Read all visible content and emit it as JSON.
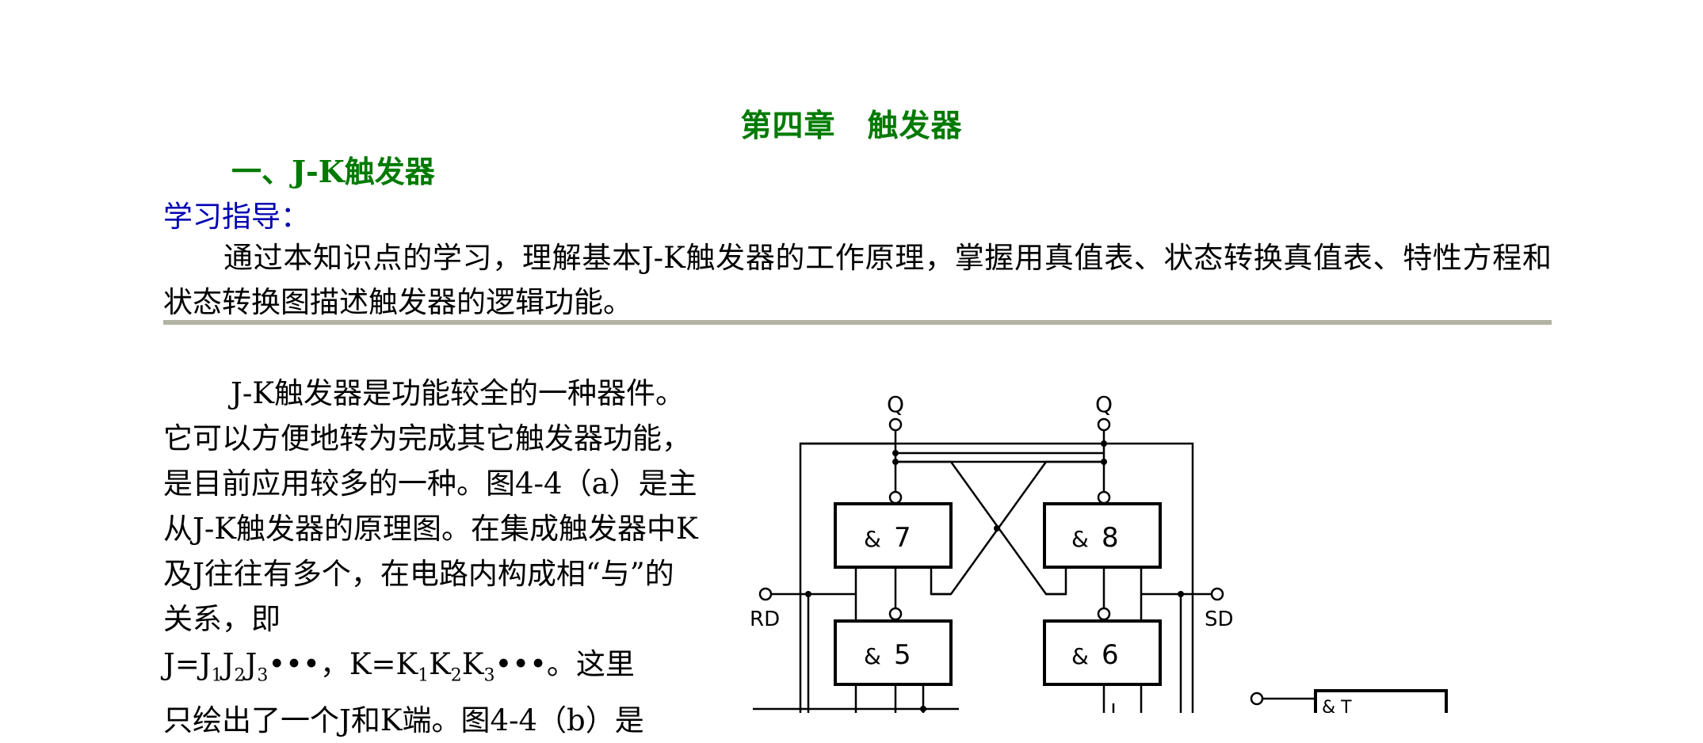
{
  "chapter_title": "第四章　触发器",
  "section_title": "一、J-K触发器",
  "guide_label": "学习指导：",
  "intro": "通过本知识点的学习，理解基本J-K触发器的工作原理，掌握用真值表、状态转换真值表、特性方程和状态转换图描述触发器的逻辑功能。",
  "body": {
    "line1": "J-K触发器是功能较全的一种器件。它可以方便地转为完成其它触发器功能，是目前应用较多的一种。图4-4（a）是主从J-K触发器的原理图。在集成触发器中K及J往往有多个，在电路内构成相“与”的关系，即",
    "eq_j": "J=J",
    "eq_j_1": "1",
    "eq_j_mid1": "J",
    "eq_j_2": "2",
    "eq_j_mid2": "J",
    "eq_j_3": "3",
    "eq_dots1": "•••，",
    "eq_k": "K=K",
    "eq_k_1": "1",
    "eq_k_mid1": "K",
    "eq_k_2": "2",
    "eq_k_mid2": "K",
    "eq_k_3": "3",
    "eq_dots2": "•••。这里",
    "line3": "只绘出了一个J和K端。图4-4（b）是"
  },
  "circuit": {
    "q_left": "Q",
    "q_right": "Q",
    "rd": "RD",
    "sd": "SD",
    "gates": [
      {
        "label": "7"
      },
      {
        "label": "8"
      },
      {
        "label": "5"
      },
      {
        "label": "6"
      }
    ],
    "gate_symbol": "&",
    "partial_box_label": "& T"
  }
}
